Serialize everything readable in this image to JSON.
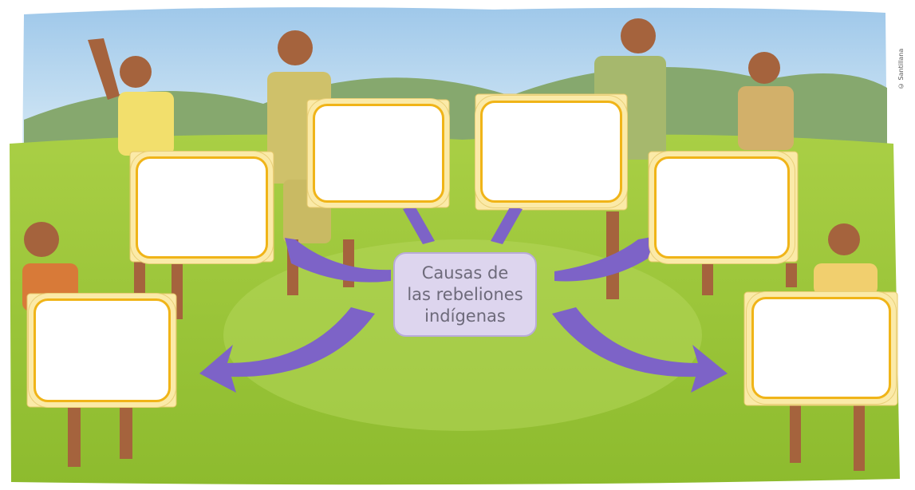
{
  "diagram": {
    "center_topic": {
      "lines": [
        "Causas de",
        "las rebeliones",
        "indígenas"
      ]
    },
    "answer_boxes": [
      {
        "id": "box-1",
        "value": ""
      },
      {
        "id": "box-2",
        "value": ""
      },
      {
        "id": "box-3",
        "value": ""
      },
      {
        "id": "box-4",
        "value": ""
      },
      {
        "id": "box-5",
        "value": ""
      },
      {
        "id": "box-6",
        "value": ""
      }
    ],
    "arrow_color": "#7d63c7",
    "card_border_color": "#f0b418",
    "center_fill_color": "#ddd5ee"
  },
  "credit": "© Santillana"
}
